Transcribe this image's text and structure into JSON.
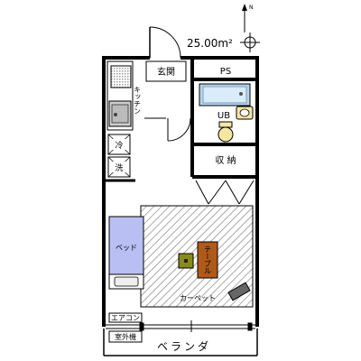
{
  "plan": {
    "area": "25.00m²",
    "entrance": "玄関",
    "ps": "PS",
    "kitchen": "キッチン",
    "unit_bath": "UB",
    "closet": "収 納",
    "fridge": "冷",
    "washer": "洗",
    "bed": "ベッド",
    "table": "テーブル",
    "carpet": "カーペット",
    "aircon": "エアコン",
    "outdoor_unit": "室外機",
    "veranda": "ベランダ",
    "north_mark": "N"
  }
}
